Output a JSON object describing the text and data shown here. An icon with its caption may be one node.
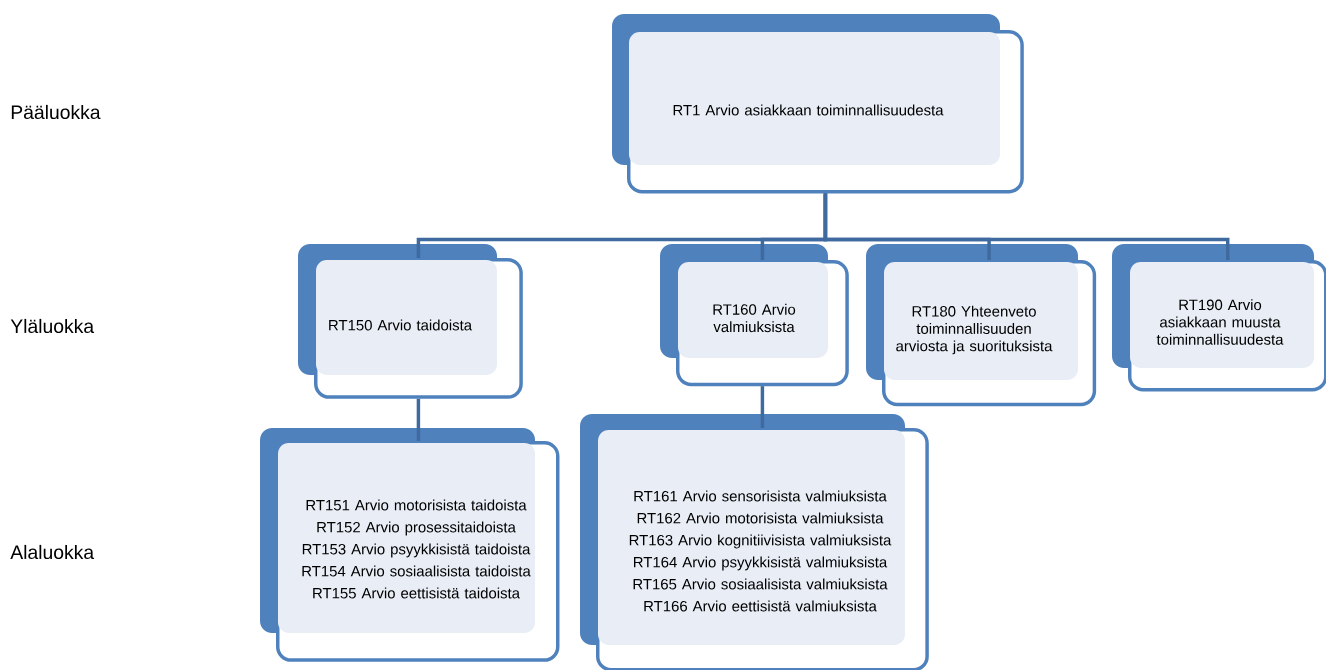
{
  "diagram": {
    "nodes": [
      {
        "text": [
          "RT1 Arvio asiakkaan toiminnallisuudesta"
        ]
      },
      {
        "text": [
          "RT150 Arvio taidoista"
        ]
      },
      {
        "text": [
          "RT160 Arvio valmiuksista"
        ]
      },
      {
        "text": [
          "RT180 Yhteenveto toiminnallisuuden arviosta ja suorituksista"
        ]
      },
      {
        "text": [
          "RT190 Arvio asiakkaan muusta toiminnallisuudesta"
        ]
      },
      {
        "text": [
          "RT151 Arvio motorisista taidoista",
          "RT152 Arvio prosessitaidoista",
          "RT153 Arvio psyykkisistä taidoista",
          "RT154 Arvio sosiaalisista taidoista",
          "RT155 Arvio eettisistä taidoista"
        ]
      },
      {
        "text": [
          "RT161 Arvio sensorisista valmiuksista",
          "RT162 Arvio motorisista valmiuksista",
          "RT163 Arvio kognitiivisista valmiuksista",
          "RT164 Arvio psyykkisistä valmiuksista",
          "RT165 Arvio sosiaalisista valmiuksista",
          "RT166 Arvio eettisistä valmiuksista"
        ]
      }
    ],
    "edges": [
      {
        "from": 0,
        "to": 1,
        "arrow": "none"
      },
      {
        "from": 0,
        "to": 2,
        "arrow": "none"
      },
      {
        "from": 0,
        "to": 3,
        "arrow": "none"
      },
      {
        "from": 0,
        "to": 4,
        "arrow": "none"
      },
      {
        "from": 1,
        "to": 5,
        "arrow": "none"
      },
      {
        "from": 2,
        "to": 6,
        "arrow": "none"
      }
    ],
    "labels": [
      "Pääluokka",
      "Yläluokka",
      "Alaluokka"
    ]
  }
}
